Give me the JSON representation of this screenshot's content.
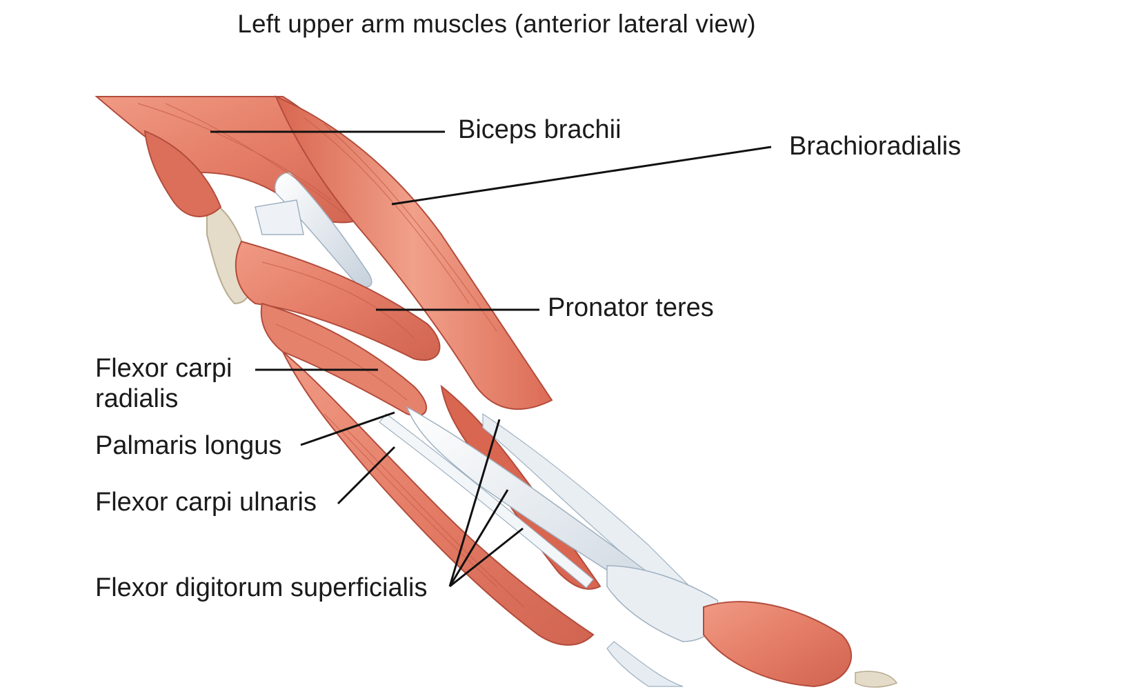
{
  "title": "Left upper arm muscles (anterior lateral view)",
  "labels": {
    "biceps_brachii": "Biceps brachii",
    "brachioradialis": "Brachioradialis",
    "pronator_teres": "Pronator teres",
    "flexor_carpi_radialis_line1": "Flexor carpi",
    "flexor_carpi_radialis_line2": "radialis",
    "palmaris_longus": "Palmaris longus",
    "flexor_carpi_ulnaris": "Flexor carpi ulnaris",
    "flexor_digitorum_superficialis": "Flexor digitorum superficialis"
  },
  "colors": {
    "muscle": "#e8806a",
    "muscle_dark": "#c85a48",
    "muscle_light": "#f2a592",
    "tendon": "#e6ecf2",
    "tendon_shade": "#b9c5d0",
    "bone": "#e3d9c3",
    "leader_line": "#111111"
  }
}
